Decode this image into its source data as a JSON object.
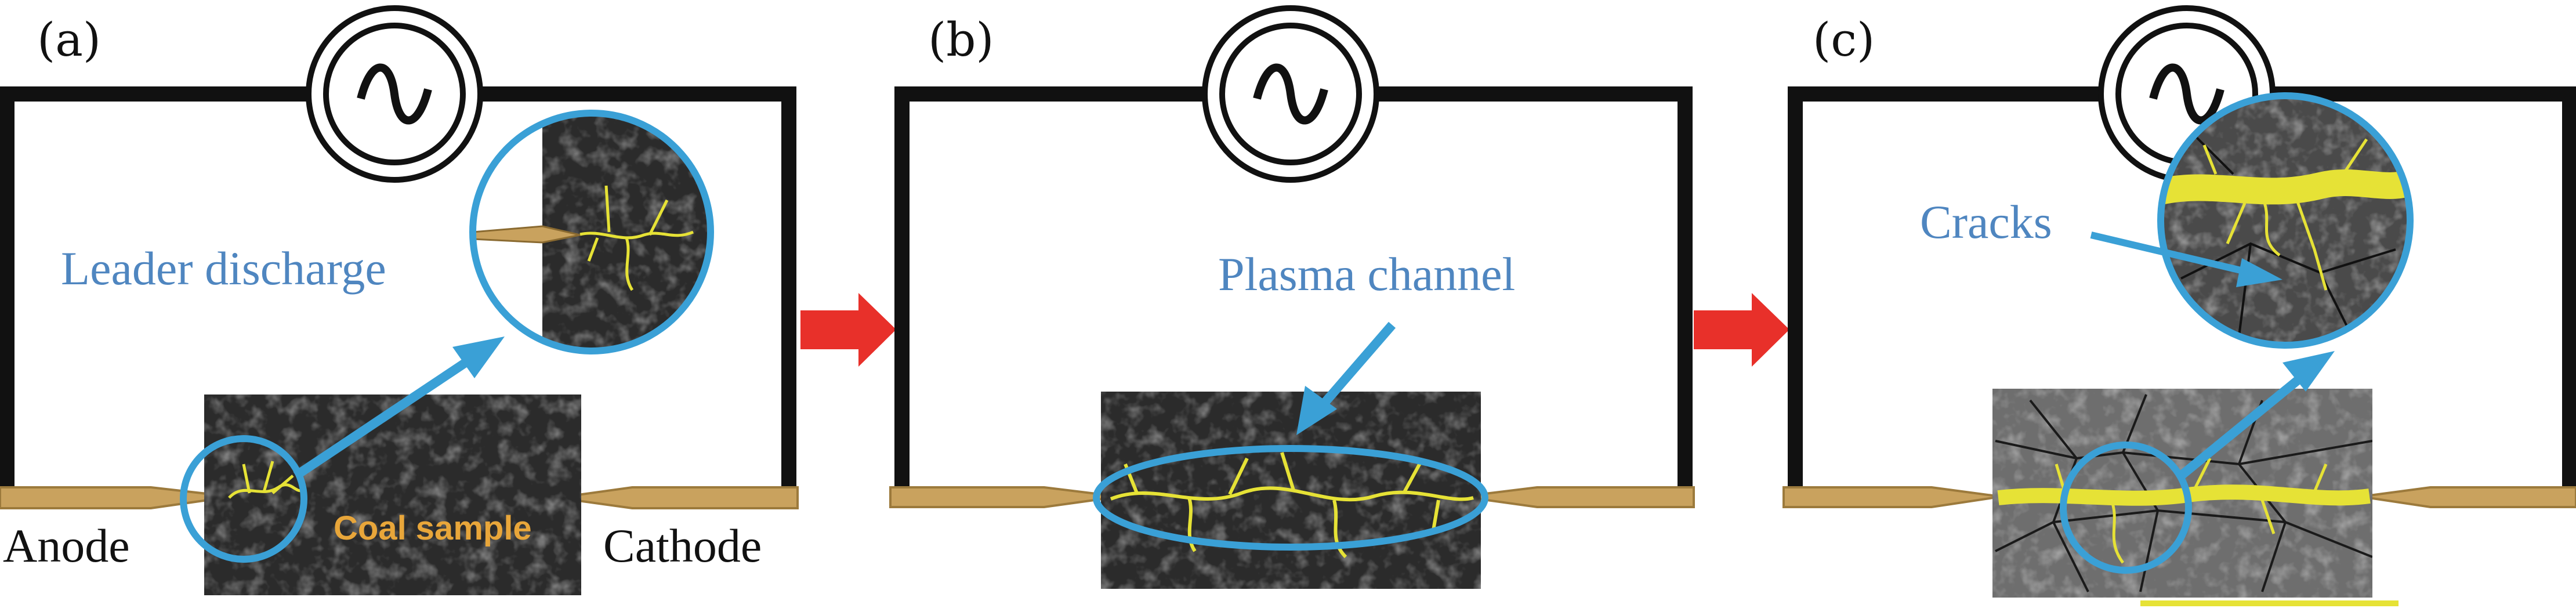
{
  "panels": [
    {
      "label": "(a)",
      "annotation": "Leader discharge",
      "terminals": {
        "left": "Anode",
        "right": "Cathode"
      },
      "sample_label": "Coal sample"
    },
    {
      "label": "(b)",
      "annotation": "Plasma channel"
    },
    {
      "label": "(c)",
      "annotation": "Cracks"
    }
  ],
  "icons": {
    "source": "ac-source-icon",
    "transition": "right-arrow-icon"
  },
  "colors": {
    "wire": "#111111",
    "annotation_blue": "#4f86c0",
    "highlight_blue": "#3aa0d6",
    "arrow_red": "#e8302a",
    "discharge_yellow": "#e6e236",
    "coal_dark": "#2b2b2b",
    "electrode_tan": "#c9a25e"
  }
}
